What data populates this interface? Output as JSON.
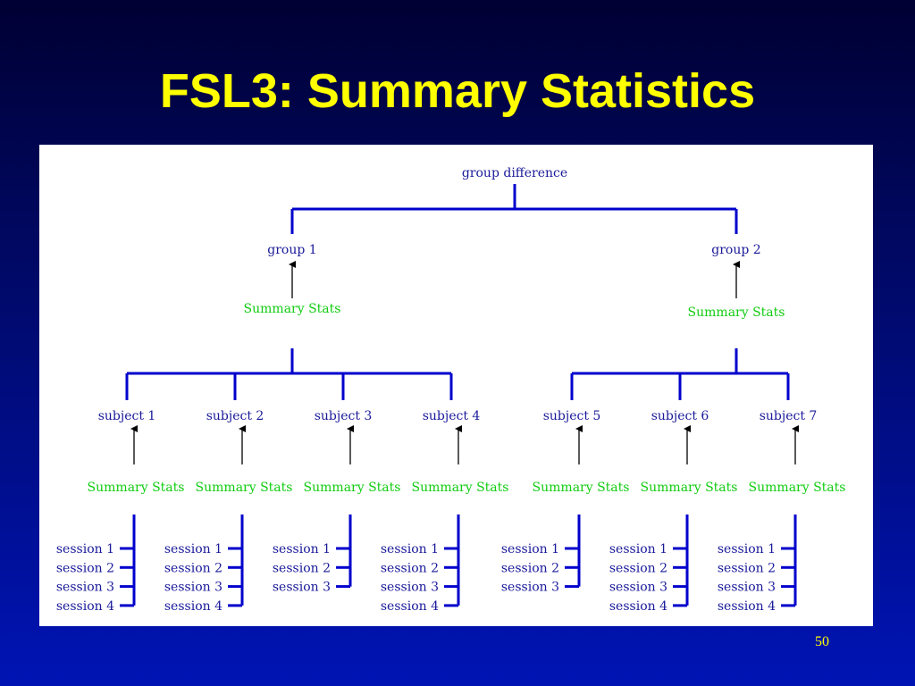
{
  "slide": {
    "title": "FSL3: Summary Statistics",
    "page_number": "50"
  },
  "diagram": {
    "root": "group difference",
    "summary_label": "Summary Stats",
    "groups": [
      {
        "label": "group 1",
        "subjects": [
          {
            "label": "subject 1",
            "sessions": [
              "session 1",
              "session 2",
              "session 3",
              "session 4"
            ]
          },
          {
            "label": "subject 2",
            "sessions": [
              "session 1",
              "session 2",
              "session 3",
              "session 4"
            ]
          },
          {
            "label": "subject 3",
            "sessions": [
              "session 1",
              "session 2",
              "session 3"
            ]
          },
          {
            "label": "subject 4",
            "sessions": [
              "session 1",
              "session 2",
              "session 3",
              "session 4"
            ]
          }
        ]
      },
      {
        "label": "group 2",
        "subjects": [
          {
            "label": "subject 5",
            "sessions": [
              "session 1",
              "session 2",
              "session 3"
            ]
          },
          {
            "label": "subject 6",
            "sessions": [
              "session 1",
              "session 2",
              "session 3",
              "session 4"
            ]
          },
          {
            "label": "subject 7",
            "sessions": [
              "session 1",
              "session 2",
              "session 3",
              "session 4"
            ]
          }
        ]
      }
    ]
  },
  "colors": {
    "title": "#ffff00",
    "connector": "#0000cc",
    "node_text": "#1a1a9a",
    "summary_text": "#11cc11",
    "arrow": "#000000"
  }
}
